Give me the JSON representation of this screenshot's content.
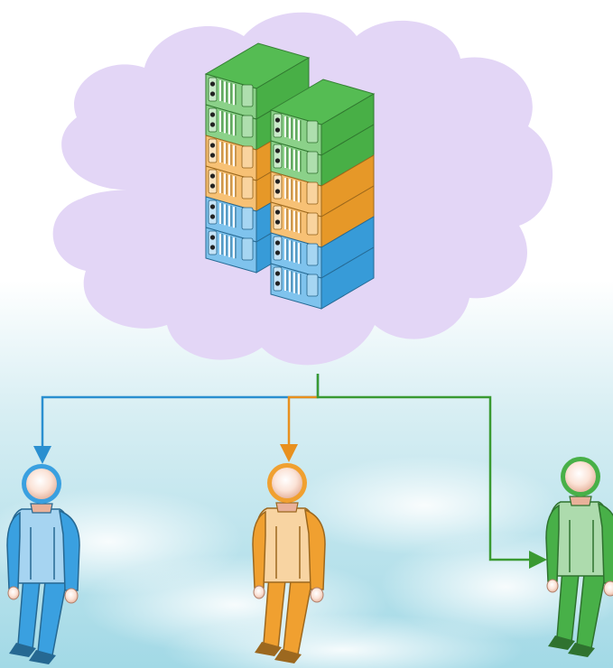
{
  "diagram": {
    "nodes": [
      {
        "id": "cloud",
        "icon": "cloud-icon",
        "color": "#e3d6f6"
      },
      {
        "id": "server-rack-back",
        "icon": "server-rack-icon",
        "units": [
          "green",
          "green",
          "orange",
          "orange",
          "blue",
          "blue"
        ]
      },
      {
        "id": "server-rack-front",
        "icon": "server-rack-icon",
        "units": [
          "green",
          "green",
          "orange",
          "orange",
          "blue",
          "blue"
        ]
      },
      {
        "id": "user-blue",
        "icon": "person-icon",
        "color": "#3aa0e0"
      },
      {
        "id": "user-orange",
        "icon": "person-icon",
        "color": "#f0a030"
      },
      {
        "id": "user-green",
        "icon": "person-icon",
        "color": "#48b048"
      }
    ],
    "edges": [
      {
        "from": "server-rack-front",
        "to": "user-blue",
        "color": "#2a8fd0"
      },
      {
        "from": "server-rack-front",
        "to": "user-orange",
        "color": "#e8901e"
      },
      {
        "from": "server-rack-front",
        "to": "user-green",
        "color": "#3a9a32"
      }
    ],
    "colors": {
      "green": "#4cb84a",
      "orange": "#f2a02a",
      "blue": "#3aa3e3",
      "sky_top": "#ffffff",
      "sky_bottom": "#a9dde9"
    }
  }
}
